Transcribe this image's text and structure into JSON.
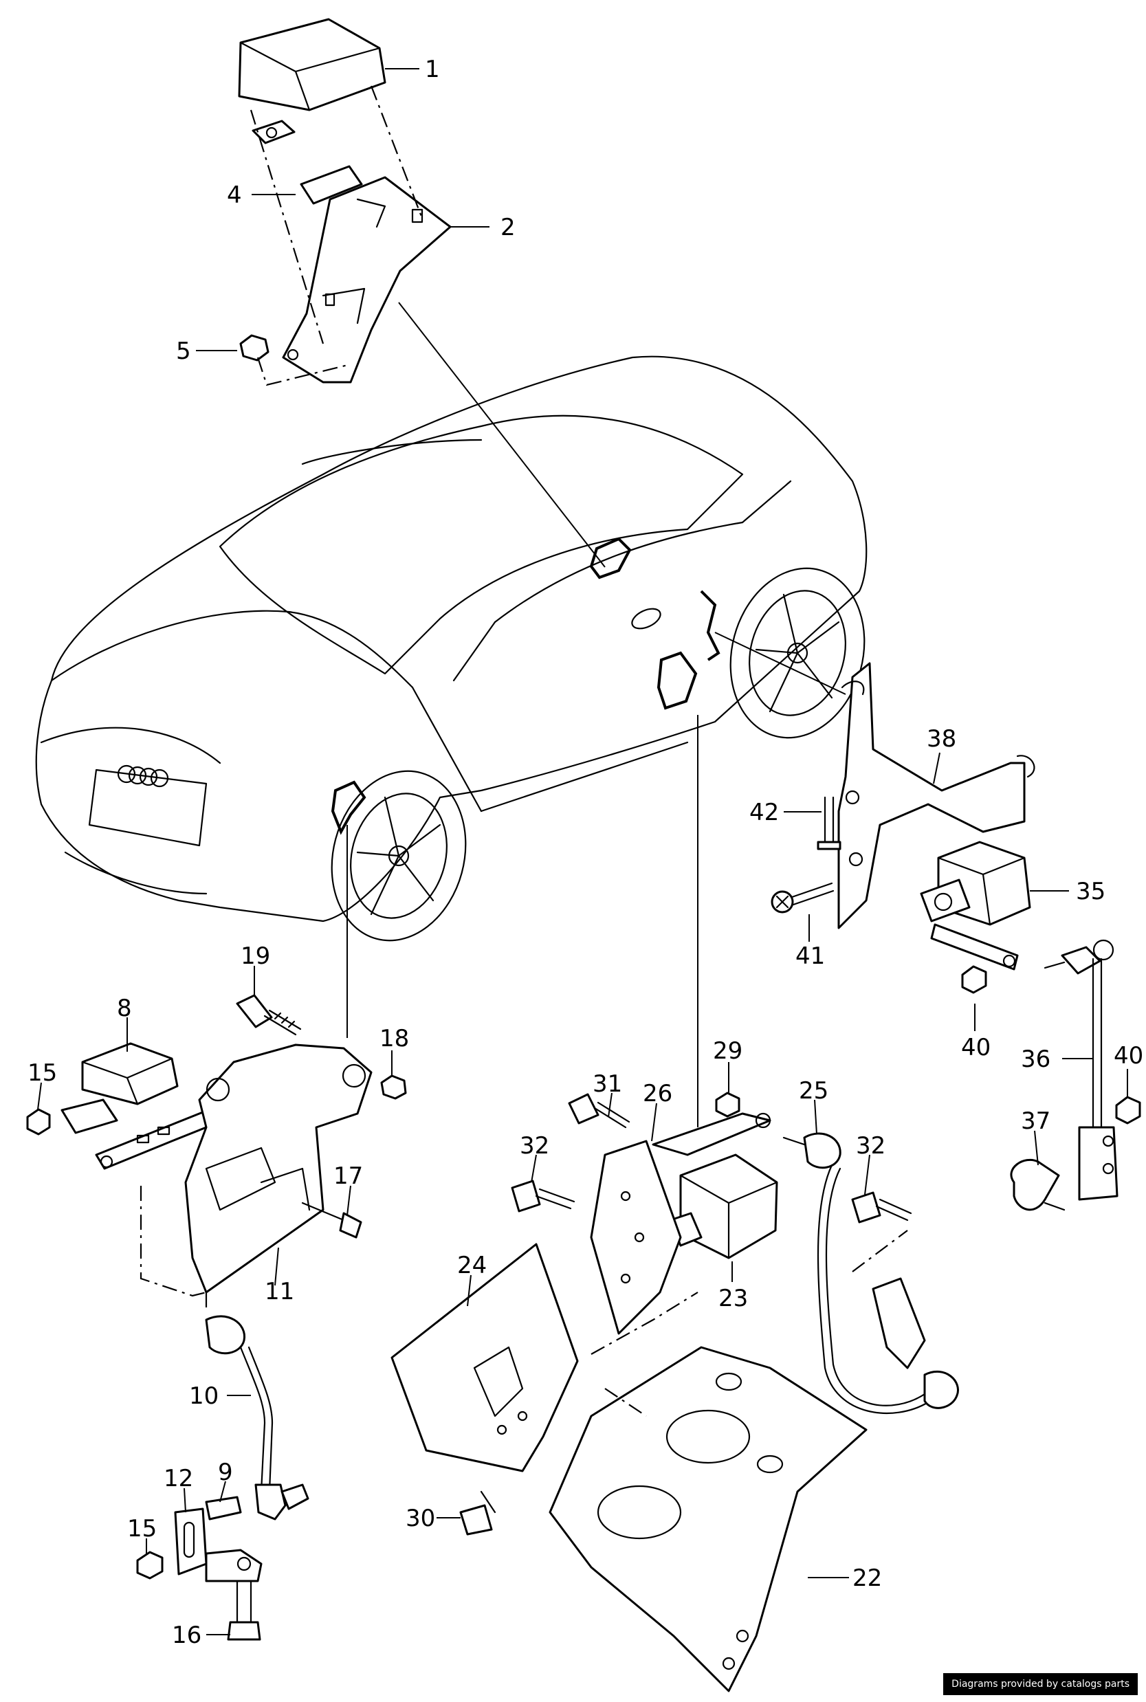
{
  "callouts": [
    {
      "id": "c1",
      "text": "1"
    },
    {
      "id": "c2",
      "text": "2"
    },
    {
      "id": "c4",
      "text": "4"
    },
    {
      "id": "c5",
      "text": "5"
    },
    {
      "id": "c8",
      "text": "8"
    },
    {
      "id": "c9",
      "text": "9"
    },
    {
      "id": "c10",
      "text": "10"
    },
    {
      "id": "c11",
      "text": "11"
    },
    {
      "id": "c12",
      "text": "12"
    },
    {
      "id": "c15a",
      "text": "15"
    },
    {
      "id": "c15b",
      "text": "15"
    },
    {
      "id": "c16",
      "text": "16"
    },
    {
      "id": "c17",
      "text": "17"
    },
    {
      "id": "c18",
      "text": "18"
    },
    {
      "id": "c19",
      "text": "19"
    },
    {
      "id": "c22",
      "text": "22"
    },
    {
      "id": "c23",
      "text": "23"
    },
    {
      "id": "c24",
      "text": "24"
    },
    {
      "id": "c25",
      "text": "25"
    },
    {
      "id": "c26",
      "text": "26"
    },
    {
      "id": "c29",
      "text": "29"
    },
    {
      "id": "c30",
      "text": "30"
    },
    {
      "id": "c31",
      "text": "31"
    },
    {
      "id": "c32a",
      "text": "32"
    },
    {
      "id": "c32b",
      "text": "32"
    },
    {
      "id": "c35",
      "text": "35"
    },
    {
      "id": "c36",
      "text": "36"
    },
    {
      "id": "c37",
      "text": "37"
    },
    {
      "id": "c38",
      "text": "38"
    },
    {
      "id": "c40a",
      "text": "40"
    },
    {
      "id": "c40b",
      "text": "40"
    },
    {
      "id": "c41",
      "text": "41"
    },
    {
      "id": "c42",
      "text": "42"
    }
  ],
  "credit": "Diagrams provided by catalogs parts"
}
